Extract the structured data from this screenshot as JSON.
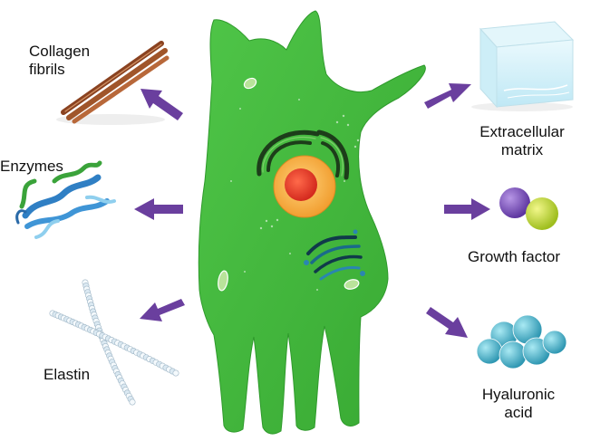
{
  "colors": {
    "cell": "#3fb53a",
    "cell_edge": "#2f9a2c",
    "arrow": "#6a3f9e",
    "nucleus": "#f6a93b",
    "nucleolus": "#e63b2e",
    "collagen": "#a0552a",
    "glass": "#cfeff8",
    "growth_purple": "#7a4fb3",
    "growth_yellow": "#c6d92f",
    "hyaluronic": "#4fb3c9",
    "enzyme_blue": "#2f7fc4",
    "enzyme_green": "#3aa33a"
  },
  "labels": {
    "collagen": [
      "Collagen",
      "fibrils"
    ],
    "enzymes": "Enzymes",
    "elastin": "Elastin",
    "ecm": [
      "Extracellular",
      "matrix"
    ],
    "growth": "Growth factor",
    "hyaluronic": [
      "Hyaluronic",
      "acid"
    ]
  }
}
